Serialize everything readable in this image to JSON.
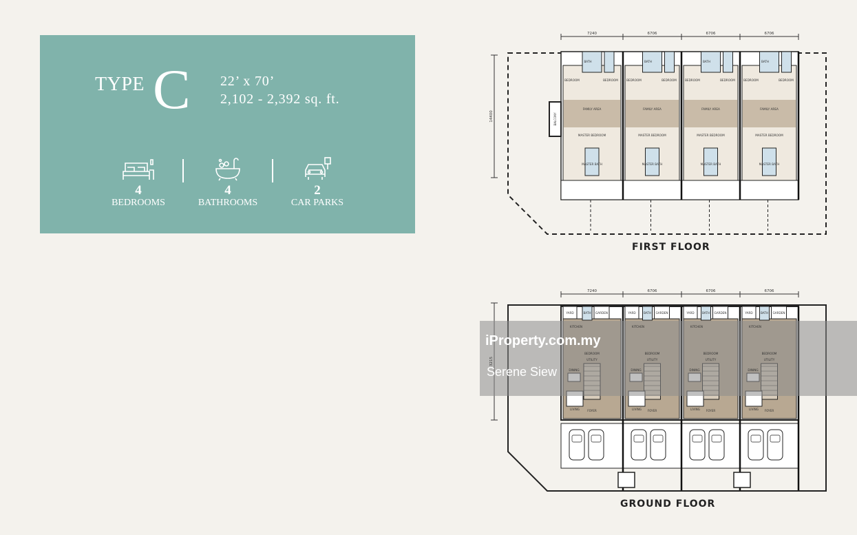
{
  "card": {
    "type_word": "TYPE",
    "type_letter": "C",
    "dimensions": "22’ x 70’",
    "area": "2,102 - 2,392 sq. ft.",
    "features": [
      {
        "icon": "bed-icon",
        "count": "4",
        "label": "BEDROOMS"
      },
      {
        "icon": "bathtub-icon",
        "count": "4",
        "label": "BATHROOMS"
      },
      {
        "icon": "car-parking-icon",
        "count": "2",
        "label": "CAR PARKS"
      }
    ],
    "bg_color": "#80b3ab"
  },
  "first_floor": {
    "caption": "FIRST FLOOR",
    "widths": [
      "7240",
      "6706",
      "6706",
      "6706"
    ],
    "depth": "14400",
    "rooms": {
      "bath": "BATH",
      "bedroom": "BEDROOM",
      "family": "FAMILY AREA",
      "master": "MASTER BEDROOM",
      "master_bath": "MASTER BATH",
      "balcony": "BALCONY"
    }
  },
  "ground_floor": {
    "caption": "GROUND FLOOR",
    "widths": [
      "7240",
      "6706",
      "6706",
      "6706"
    ],
    "depth": "3215",
    "rooms": {
      "yard": "YARD",
      "bath": "BATH",
      "garden": "GARDEN",
      "kitchen": "KITCHEN",
      "bedroom": "BEDROOM",
      "utility": "UTILITY",
      "dining": "DINING",
      "living": "LIVING",
      "foyer": "FOYER"
    }
  },
  "watermark": {
    "logo": "iProperty.com.my",
    "agent": "Serene Siew"
  }
}
